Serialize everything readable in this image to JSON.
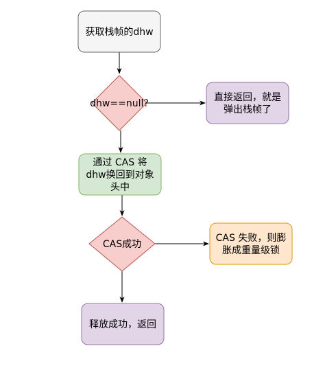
{
  "nodes": [
    {
      "id": "get_dhw",
      "shape": "rect",
      "lines": [
        "获取栈帧的dhw"
      ],
      "fill": "#f5f5f5",
      "stroke": "#666666"
    },
    {
      "id": "check_null",
      "shape": "diamond",
      "lines": [
        "dhw==null?"
      ],
      "fill": "#f8cecc",
      "stroke": "#b85450"
    },
    {
      "id": "return_pop",
      "shape": "rect",
      "lines": [
        "直接返回，就是",
        "弹出栈帧了"
      ],
      "fill": "#e1d5e7",
      "stroke": "#9673a6"
    },
    {
      "id": "cas_swap",
      "shape": "rect",
      "lines": [
        "通过 CAS 将",
        "dhw换回到对象",
        "头中"
      ],
      "fill": "#d5e8d4",
      "stroke": "#82b366"
    },
    {
      "id": "cas_success",
      "shape": "diamond",
      "lines": [
        "CAS成功"
      ],
      "fill": "#f8cecc",
      "stroke": "#b85450"
    },
    {
      "id": "cas_fail",
      "shape": "rect",
      "lines": [
        "CAS 失败，则膨",
        "胀成重量级锁"
      ],
      "fill": "#ffe6cc",
      "stroke": "#d79b00"
    },
    {
      "id": "release_ok",
      "shape": "rect",
      "lines": [
        "释放成功，返回"
      ],
      "fill": "#e1d5e7",
      "stroke": "#9673a6"
    }
  ],
  "edges": [
    {
      "from": "get_dhw",
      "to": "check_null"
    },
    {
      "from": "check_null",
      "to": "return_pop"
    },
    {
      "from": "check_null",
      "to": "cas_swap"
    },
    {
      "from": "cas_swap",
      "to": "cas_success"
    },
    {
      "from": "cas_success",
      "to": "cas_fail"
    },
    {
      "from": "cas_success",
      "to": "release_ok"
    }
  ]
}
